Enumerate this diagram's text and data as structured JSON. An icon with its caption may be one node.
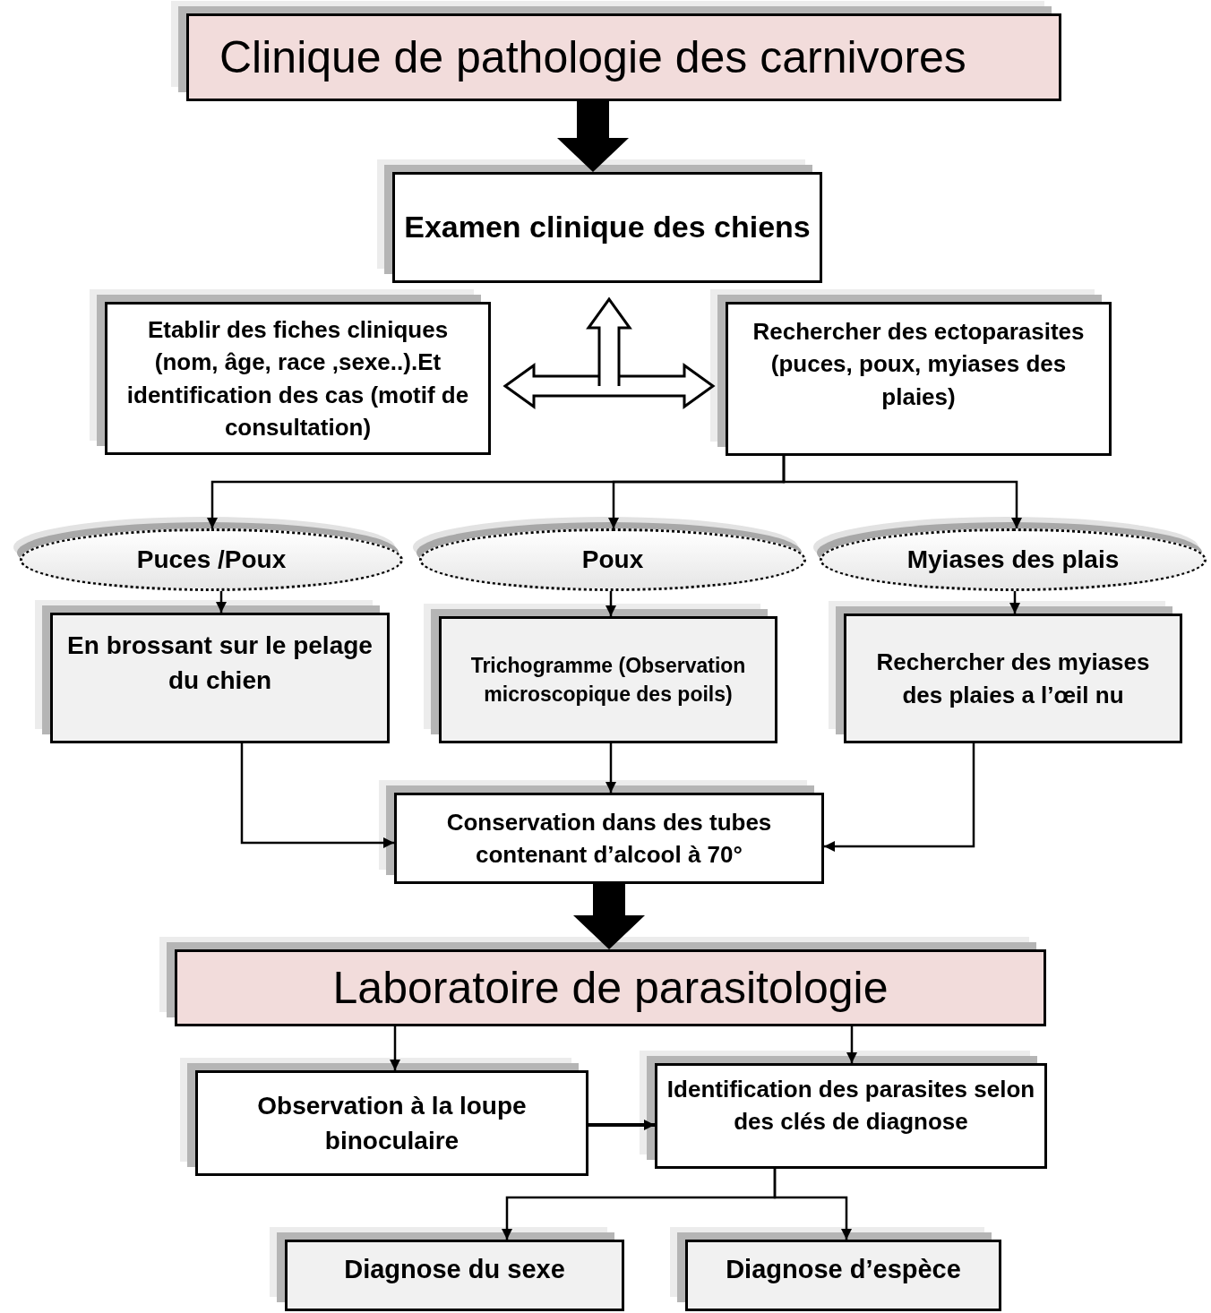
{
  "diagram": {
    "nodes": [
      {
        "text": [
          "Clinique de pathologie des carnivores"
        ]
      },
      {
        "text": [
          "Examen clinique des chiens"
        ]
      },
      {
        "text": [
          "Etablir des fiches cliniques (nom, âge, race ,sexe..).Et identification des cas (motif de consultation)"
        ]
      },
      {
        "text": [
          "Rechercher des ectoparasites (puces, poux, myiases des plaies)"
        ]
      },
      {
        "text": [
          "Puces /Poux"
        ]
      },
      {
        "text": [
          "Poux"
        ]
      },
      {
        "text": [
          "Myiases des plais"
        ]
      },
      {
        "text": [
          "En brossant sur le pelage du chien"
        ]
      },
      {
        "text": [
          "Trichogramme (Observation microscopique des poils)"
        ]
      },
      {
        "text": [
          "Rechercher des myiases des plaies a l’œil nu"
        ]
      },
      {
        "text": [
          "Conservation dans des tubes contenant d’alcool à 70°"
        ]
      },
      {
        "text": [
          "Laboratoire de parasitologie"
        ]
      },
      {
        "text": [
          "Observation à la loupe binoculaire"
        ]
      },
      {
        "text": [
          "Identification des parasites selon des clés de diagnose"
        ]
      },
      {
        "text": [
          "Diagnose du sexe"
        ]
      },
      {
        "text": [
          "Diagnose d’espèce"
        ]
      }
    ],
    "edges": [
      {
        "from": 0,
        "to": 1,
        "arrow": "to",
        "style": "thick"
      },
      {
        "from": 2,
        "to": 3,
        "arrow": "both",
        "style": "thick"
      },
      {
        "from": null,
        "to": 1,
        "arrow": "to",
        "style": "thick"
      },
      {
        "from": 3,
        "to": 4,
        "arrow": "to"
      },
      {
        "from": 3,
        "to": 5,
        "arrow": "to"
      },
      {
        "from": 3,
        "to": 6,
        "arrow": "to"
      },
      {
        "from": 4,
        "to": 7,
        "arrow": "to"
      },
      {
        "from": 5,
        "to": 8,
        "arrow": "to"
      },
      {
        "from": 6,
        "to": 9,
        "arrow": "to"
      },
      {
        "from": 7,
        "to": 10,
        "arrow": "to"
      },
      {
        "from": 8,
        "to": 10,
        "arrow": "to"
      },
      {
        "from": 9,
        "to": 10,
        "arrow": "to"
      },
      {
        "from": 10,
        "to": 11,
        "arrow": "to",
        "style": "thick"
      },
      {
        "from": 11,
        "to": 12,
        "arrow": "to"
      },
      {
        "from": 11,
        "to": 13,
        "arrow": "to"
      },
      {
        "from": 12,
        "to": 13,
        "arrow": "to"
      },
      {
        "from": 13,
        "to": 14,
        "arrow": "to"
      },
      {
        "from": 13,
        "to": 15,
        "arrow": "to"
      }
    ]
  }
}
